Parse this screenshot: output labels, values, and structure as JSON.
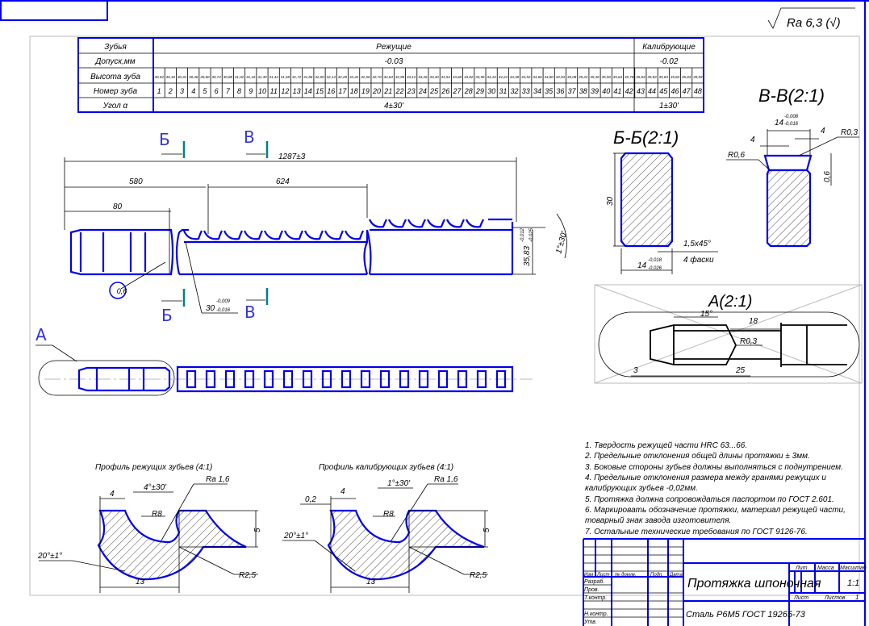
{
  "roughness": {
    "symbol": "Ra 6,3 (√)"
  },
  "table": {
    "row_labels": [
      "Зубья",
      "Допуск,мм",
      "Высота зуба",
      "Номер зуба",
      "Угол α"
    ],
    "cutting": {
      "title": "Режущие",
      "tolerance": "-0.03",
      "angle": "4±30'"
    },
    "calibrating": {
      "title": "Калибрующие",
      "tolerance": "-0.02",
      "angle": "1±30'"
    },
    "tooth_heights": [
      "30,04",
      "30,18",
      "30,32",
      "30,46",
      "30,60",
      "30,74",
      "30,88",
      "31,02",
      "31,16",
      "31,30",
      "31,44",
      "31,58",
      "31,72",
      "31,86",
      "32,00",
      "32,14",
      "32,28",
      "32,42",
      "32,56",
      "32,70",
      "32,84",
      "32,98",
      "33,12",
      "33,26",
      "33,40",
      "33,54",
      "33,68",
      "33,82",
      "33,96",
      "34,10",
      "34,24",
      "34,38",
      "34,52",
      "34,66",
      "34,80",
      "34,94",
      "35,08",
      "35,22",
      "35,36",
      "35,50",
      "35,64",
      "35,78",
      "35,83",
      "35,83",
      "35,83",
      "35,83",
      "35,83",
      "35,83"
    ],
    "tooth_numbers": [
      "1",
      "2",
      "3",
      "4",
      "5",
      "6",
      "7",
      "8",
      "9",
      "10",
      "11",
      "12",
      "13",
      "14",
      "15",
      "16",
      "17",
      "18",
      "19",
      "20",
      "21",
      "22",
      "23",
      "24",
      "25",
      "26",
      "27",
      "28",
      "29",
      "30",
      "31",
      "32",
      "33",
      "34",
      "35",
      "36",
      "37",
      "38",
      "39",
      "40",
      "41",
      "42",
      "43",
      "44",
      "45",
      "46",
      "47",
      "48"
    ]
  },
  "main_view": {
    "dim_total": "1287±3",
    "dim_580": "580",
    "dim_624": "624",
    "dim_80": "80",
    "dim_diam": "35,83",
    "dim_diam_tol_up": "-0,012",
    "dim_diam_tol_low": "-0,025",
    "dim_angle": "1°±30'",
    "dim_30": "30",
    "dim_30_tol_up": "-0,009",
    "dim_30_tol_low": "-0,016",
    "callout": "0,6",
    "section_b": "Б",
    "section_v": "В",
    "view_a": "А"
  },
  "section_bb": {
    "title": "Б-Б(2:1)",
    "dim_30": "30",
    "dim_14": "14",
    "tol_up": "-0,018",
    "tol_low": "-0,026",
    "chamfer": "1,5х45°",
    "chamfer_note": "4 фаски"
  },
  "section_vv": {
    "title": "В-В(2:1)",
    "dim_14": "14",
    "tol_up": "-0,008",
    "tol_low": "-0,016",
    "dim_4a": "4",
    "dim_4b": "4",
    "r03": "R0,3",
    "r06": "R0,6",
    "dim_06": "0,6"
  },
  "detail_a": {
    "title": "А(2:1)",
    "angle": "15°",
    "dim_18": "18",
    "r03": "R0,3",
    "dim_3": "3",
    "dim_25": "25"
  },
  "profile_cutting": {
    "title": "Профиль режущих зубьев (4:1)",
    "dim_4": "4",
    "angle": "4°±30'",
    "ra": "Ra 1,6",
    "r8": "R8",
    "dim_5": "5",
    "angle20": "20°±1°",
    "dim_13": "13",
    "r25": "R2,5"
  },
  "profile_calibrating": {
    "title": "Профиль калибрующих зубьев (4:1)",
    "dim_02": "0,2",
    "dim_4": "4",
    "angle": "1°±30'",
    "ra": "Ra 1,6",
    "r8": "R8",
    "dim_5": "5",
    "angle20": "20°±1°",
    "dim_13": "13",
    "r25": "R2,5"
  },
  "notes": [
    "1. Твердость режущей части HRC 63...66.",
    "2. Предельные отклонения общей длины протяжки ± 3мм.",
    "3. Боковые стороны зубьев должны выполняться с поднутрением.",
    "4. Предельные отклонения размера между гранями режущих и",
    "калибрующих зубьев -0,02мм.",
    "5. Протяжка должна сопровождаться паспортом по ГОСТ 2.601.",
    "6. Маркировать обозначение протяжки, материал режущей части,",
    "товарный знак завода изготовителя.",
    "7. Остальные технические требования по ГОСТ 9126-76."
  ],
  "title_block": {
    "name": "Протяжка шпоночная",
    "material": "Сталь Р6М5 ГОСТ 19265-73",
    "col_izm": "Изм",
    "col_list": "Лист",
    "col_doc": "№ докум.",
    "col_sign": "Подп.",
    "col_date": "Дата",
    "razrab": "Разраб.",
    "prov": "Пров.",
    "tkontr": "Т.контр.",
    "nkontr": "Н.контр.",
    "utv": "Утв.",
    "lit": "Лит.",
    "mass": "Масса",
    "scale": "Масштаб",
    "scale_value": "1:1",
    "sheet": "Лист",
    "sheets": "Листов",
    "sheets_value": "1"
  }
}
